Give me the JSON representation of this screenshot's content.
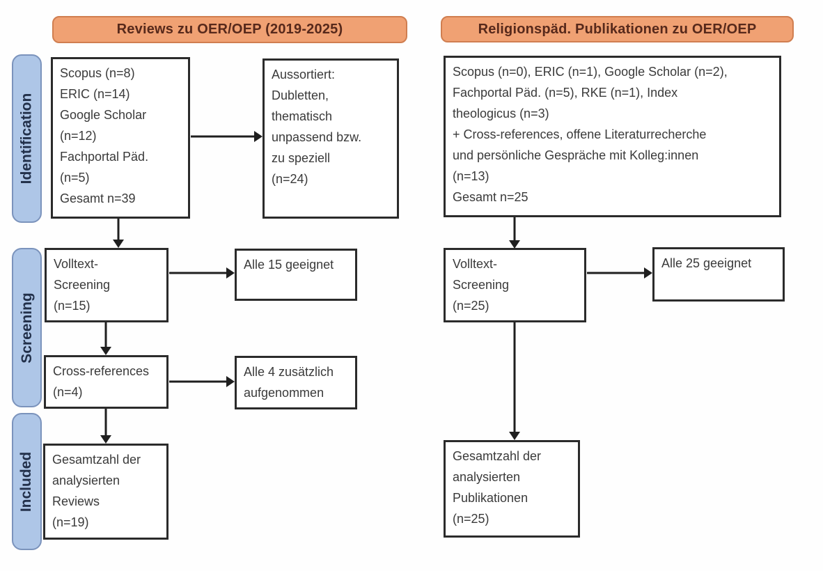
{
  "headers": {
    "left": "Reviews zu OER/OEP (2019-2025)",
    "right": "Religionspäd. Publikationen zu OER/OEP"
  },
  "stages": {
    "identification": "Identification",
    "screening": "Screening",
    "included": "Included"
  },
  "left_column": {
    "sources": "Scopus (n=8)\nERIC (n=14)\nGoogle Scholar\n(n=12)\nFachportal Päd.\n(n=5)\nGesamt n=39",
    "excluded": "Aussortiert:\nDubletten,\nthematisch\nunpassend bzw.\nzu speziell\n(n=24)",
    "fulltext_screening": "Volltext-\nScreening\n(n=15)",
    "fulltext_result": "Alle 15 geeignet",
    "cross_references": "Cross-references\n(n=4)",
    "cross_references_result": "Alle 4 zusätzlich\naufgenommen",
    "included_total": "Gesamtzahl der\nanalysierten\nReviews\n(n=19)"
  },
  "right_column": {
    "sources": "Scopus (n=0), ERIC (n=1), Google Scholar (n=2),\nFachportal Päd. (n=5), RKE (n=1), Index\ntheologicus (n=3)\n+ Cross-references, offene Literaturrecherche\nund persönliche Gespräche mit Kolleg:innen\n(n=13)\nGesamt n=25",
    "fulltext_screening": "Volltext-\nScreening\n(n=25)",
    "fulltext_result": "Alle 25 geeignet",
    "included_total": "Gesamtzahl der\nanalysierten\nPublikationen\n(n=25)"
  },
  "colors": {
    "header_fill": "#f0a173",
    "header_border": "#d07e50",
    "header_text": "#57291b",
    "stage_fill": "#aec6e7",
    "stage_border": "#7b93bc",
    "stage_text": "#22304a",
    "box_border": "#2b2b2b",
    "box_text": "#3a3a3a",
    "arrow": "#1f1f1f",
    "background": "#fefefe"
  }
}
